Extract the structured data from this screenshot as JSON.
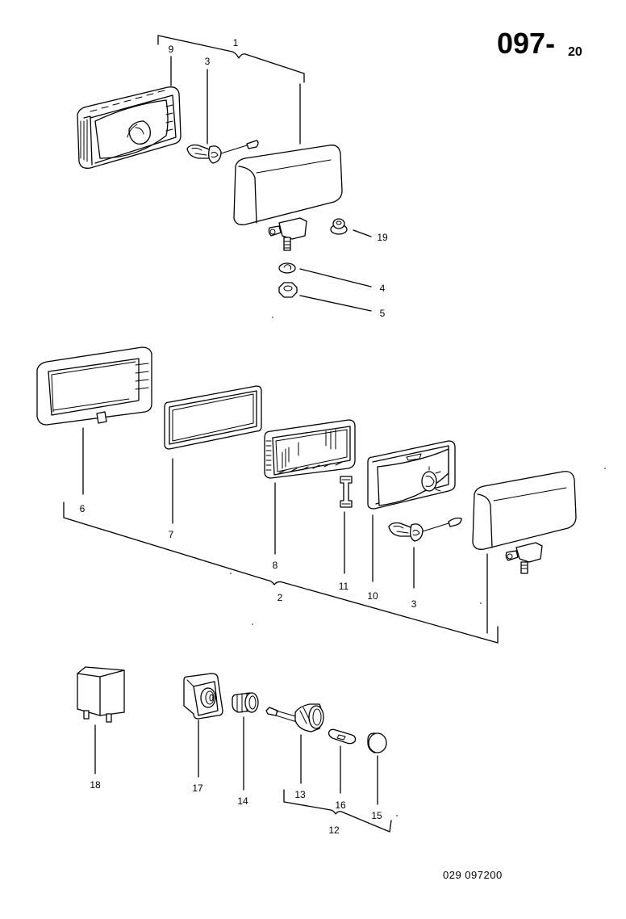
{
  "page": {
    "group_number": "097",
    "sheet_number": "20",
    "separator": "-",
    "reference_code": "029 097200"
  },
  "callouts": {
    "c1": "1",
    "c2": "2",
    "c3a": "3",
    "c3b": "3",
    "c4": "4",
    "c5": "5",
    "c6": "6",
    "c7": "7",
    "c8": "8",
    "c9": "9",
    "c10": "10",
    "c11": "11",
    "c12": "12",
    "c13": "13",
    "c14": "14",
    "c15": "15",
    "c16": "16",
    "c17": "17",
    "c18": "18",
    "c19": "19"
  },
  "parts": [
    {
      "callout": "1",
      "name": "fog-lamp-assembly-top",
      "icon": "lamp-assembly-icon"
    },
    {
      "callout": "2",
      "name": "fog-lamp-assembly-exploded",
      "icon": "lamp-assembly-icon"
    },
    {
      "callout": "3",
      "name": "bulb",
      "icon": "bulb-icon"
    },
    {
      "callout": "4",
      "name": "lock-washer",
      "icon": "washer-icon"
    },
    {
      "callout": "5",
      "name": "hex-nut",
      "icon": "nut-icon"
    },
    {
      "callout": "6",
      "name": "housing-frame",
      "icon": "frame-icon"
    },
    {
      "callout": "7",
      "name": "gasket",
      "icon": "gasket-icon"
    },
    {
      "callout": "8",
      "name": "lens",
      "icon": "lens-icon"
    },
    {
      "callout": "9",
      "name": "lamp-insert",
      "icon": "lamp-insert-icon"
    },
    {
      "callout": "10",
      "name": "reflector",
      "icon": "reflector-icon"
    },
    {
      "callout": "11",
      "name": "retaining-clip",
      "icon": "clip-icon"
    },
    {
      "callout": "12",
      "name": "switch-assembly",
      "icon": "switch-icon"
    },
    {
      "callout": "13",
      "name": "switch-knob-shaft",
      "icon": "knob-icon"
    },
    {
      "callout": "14",
      "name": "bulb-holder",
      "icon": "holder-icon"
    },
    {
      "callout": "15",
      "name": "cap",
      "icon": "cap-icon"
    },
    {
      "callout": "16",
      "name": "symbol-insert",
      "icon": "insert-icon"
    },
    {
      "callout": "17",
      "name": "switch-housing",
      "icon": "switch-housing-icon"
    },
    {
      "callout": "18",
      "name": "relay",
      "icon": "relay-icon"
    },
    {
      "callout": "19",
      "name": "rubber-grommet-nut",
      "icon": "grommet-icon"
    }
  ]
}
